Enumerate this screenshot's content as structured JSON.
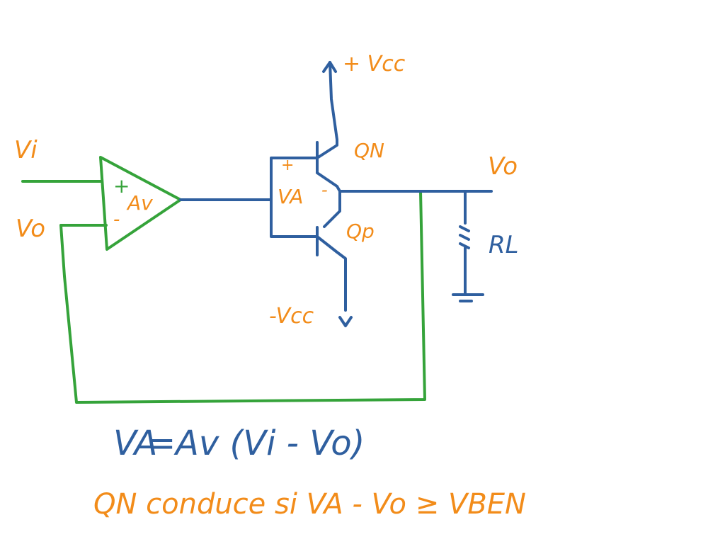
{
  "colors": {
    "green": "#35a33a",
    "blue": "#2f5f9f",
    "orange": "#f28c1a"
  },
  "labels": {
    "vi": "Vi",
    "vo_input": "Vo",
    "plus_sign": "+",
    "minus_sign": "-",
    "av": "Av",
    "va": "VA",
    "va_plus": "+",
    "va_minus": "-",
    "vcc_top": "+ Vcc",
    "vcc_bottom": "-Vcc",
    "qn": "QN",
    "qp": "Qp",
    "vo_output": "Vo",
    "rl": "RL"
  },
  "equations": {
    "eq1_left": "VA",
    "eq1_equal": "=",
    "eq1_right": "Av (Vi - Vo)",
    "eq2": "QN  conduce  si   VA - Vo ≥ VBEN"
  }
}
